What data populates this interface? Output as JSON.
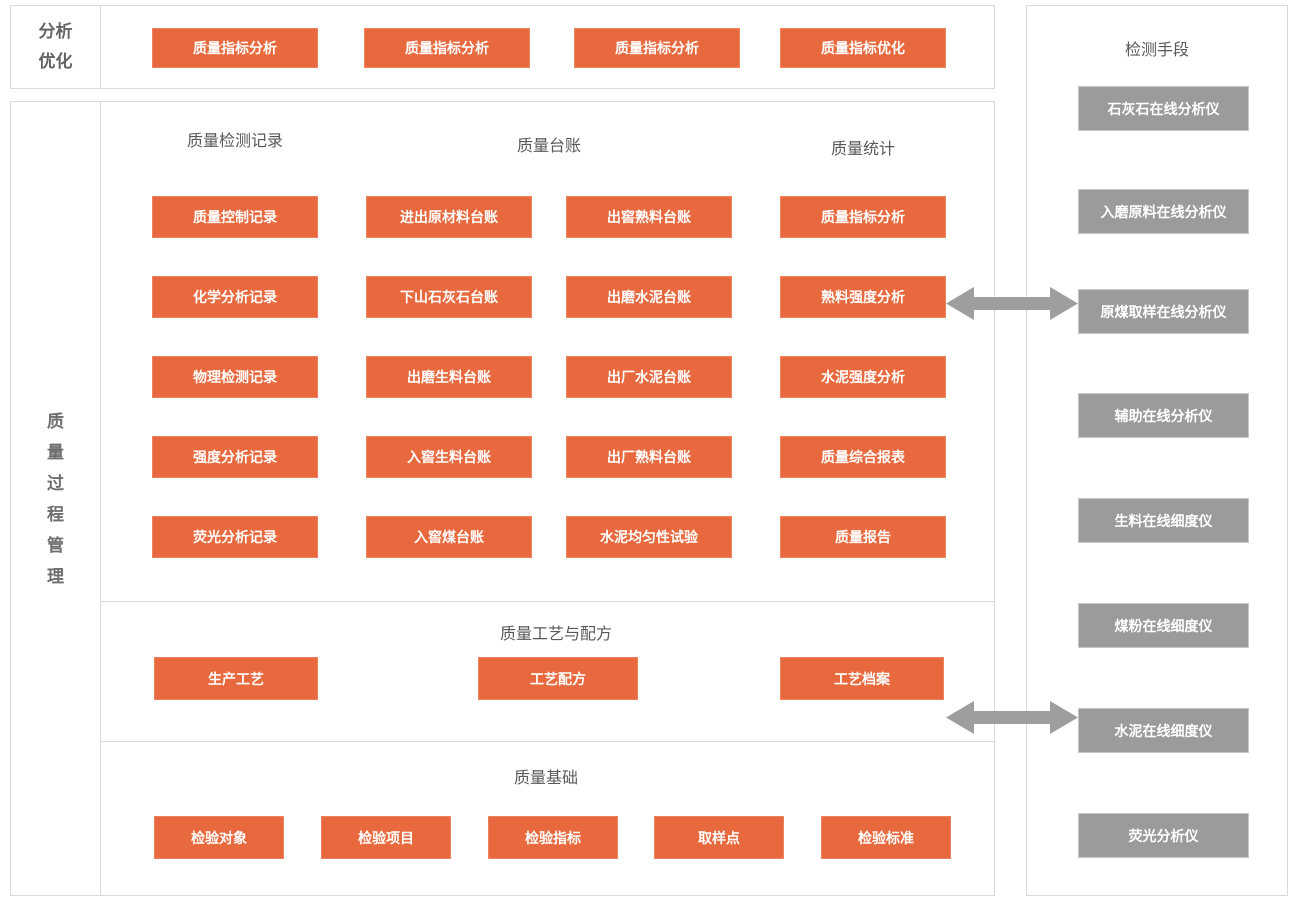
{
  "colors": {
    "accent": "#E8693E",
    "gray_button": "#9B9B9B",
    "panel_border": "#D9D9D9",
    "heading_text": "#595959",
    "arrow": "#9E9E9E"
  },
  "top_panel": {
    "label": "分析优化",
    "buttons": [
      "质量指标分析",
      "质量指标分析",
      "质量指标分析",
      "质量指标优化"
    ]
  },
  "main_panel": {
    "label": "质量过程管理",
    "records_section": {
      "headers": [
        "质量检测记录",
        "质量台账",
        "质量统计"
      ],
      "columns": [
        [
          "质量控制记录",
          "化学分析记录",
          "物理检测记录",
          "强度分析记录",
          "荧光分析记录"
        ],
        [
          "进出原材料台账",
          "下山石灰石台账",
          "出磨生料台账",
          "入窖生料台账",
          "入窖煤台账"
        ],
        [
          "出窖熟料台账",
          "出磨水泥台账",
          "出厂水泥台账",
          "出厂熟料台账",
          "水泥均匀性试验"
        ],
        [
          "质量指标分析",
          "熟料强度分析",
          "水泥强度分析",
          "质量综合报表",
          "质量报告"
        ]
      ]
    },
    "process_section": {
      "title": "质量工艺与配方",
      "buttons": [
        "生产工艺",
        "工艺配方",
        "工艺档案"
      ]
    },
    "basics_section": {
      "title": "质量基础",
      "buttons": [
        "检验对象",
        "检验项目",
        "检验指标",
        "取样点",
        "检验标准"
      ]
    }
  },
  "right_panel": {
    "title": "检测手段",
    "buttons": [
      "石灰石在线分析仪",
      "入磨原料在线分析仪",
      "原煤取样在线分析仪",
      "辅助在线分析仪",
      "生料在线细度仪",
      "煤粉在线细度仪",
      "水泥在线细度仪",
      "荧光分析仪"
    ]
  }
}
